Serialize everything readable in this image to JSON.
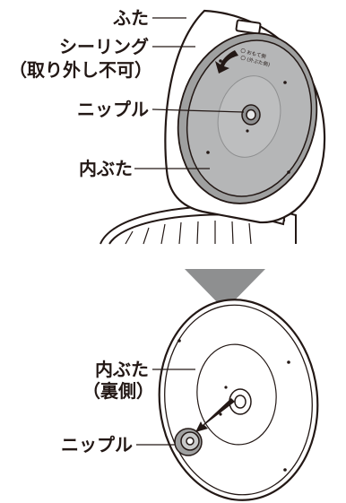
{
  "top_figure": {
    "labels": {
      "lid": "ふた",
      "sealing_ring": "シーリング",
      "sealing_ring_note": "（取り外し不可）",
      "nipple": "ニップル",
      "inner_lid": "内ぶた"
    },
    "lid_engraving_line1": "〇 おもて側",
    "lid_engraving_line2": "〇 (外ぶた側)"
  },
  "bottom_figure": {
    "labels": {
      "inner_lid_back": "内ぶた",
      "inner_lid_back_note": "（裏側）",
      "nipple": "ニップル"
    }
  },
  "colors": {
    "line": "#231815",
    "lid_gray": "#b5b6b7",
    "lid_gray_light": "#cfd0d1",
    "arrow_gray": "#8e8f90"
  }
}
